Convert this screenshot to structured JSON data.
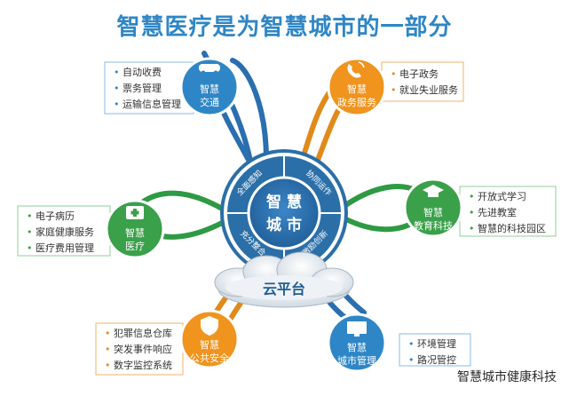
{
  "title": "智慧医疗是为智慧城市的一部分",
  "hub": {
    "center_top": "智 慧",
    "center_bottom": "城 市",
    "ring": [
      "全面感知",
      "协同运作",
      "激励创新",
      "充分整合"
    ],
    "cloud": "云平台"
  },
  "nodes": [
    {
      "id": "transport",
      "label1": "智慧",
      "label2": "交通",
      "color": "#2f86c6",
      "icon": "car-icon",
      "items": [
        "自动收费",
        "票务管理",
        "运输信息管理"
      ]
    },
    {
      "id": "gov",
      "label1": "智慧",
      "label2": "政务服务",
      "color": "#f0941e",
      "icon": "phone-signal-icon",
      "items": [
        "电子政务",
        "就业失业服务"
      ]
    },
    {
      "id": "edu",
      "label1": "智慧",
      "label2": "教育科技",
      "color": "#3aa04a",
      "icon": "graduation-cap-icon",
      "items": [
        "开放式学习",
        "先进教室",
        "智慧的科技园区"
      ]
    },
    {
      "id": "medical",
      "label1": "智慧",
      "label2": "医疗",
      "color": "#3aa04a",
      "icon": "medical-kit-icon",
      "items": [
        "电子病历",
        "家庭健康服务",
        "医疗费用管理"
      ]
    },
    {
      "id": "security",
      "label1": "智慧",
      "label2": "公共安全",
      "color": "#f0941e",
      "icon": "police-badge-icon",
      "items": [
        "犯罪信息仓库",
        "突发事件响应",
        "数字监控系统"
      ]
    },
    {
      "id": "city",
      "label1": "智慧",
      "label2": "城市管理",
      "color": "#2f86c6",
      "icon": "monitor-icon",
      "items": [
        "环境管理",
        "路况管控"
      ]
    }
  ],
  "watermark": "智慧城市健康科技",
  "colors": {
    "blue": "#2f86c6",
    "orange": "#f0941e",
    "green": "#3aa04a",
    "hub": "#2b6fa8",
    "hubRing": "#3a7fc0"
  }
}
